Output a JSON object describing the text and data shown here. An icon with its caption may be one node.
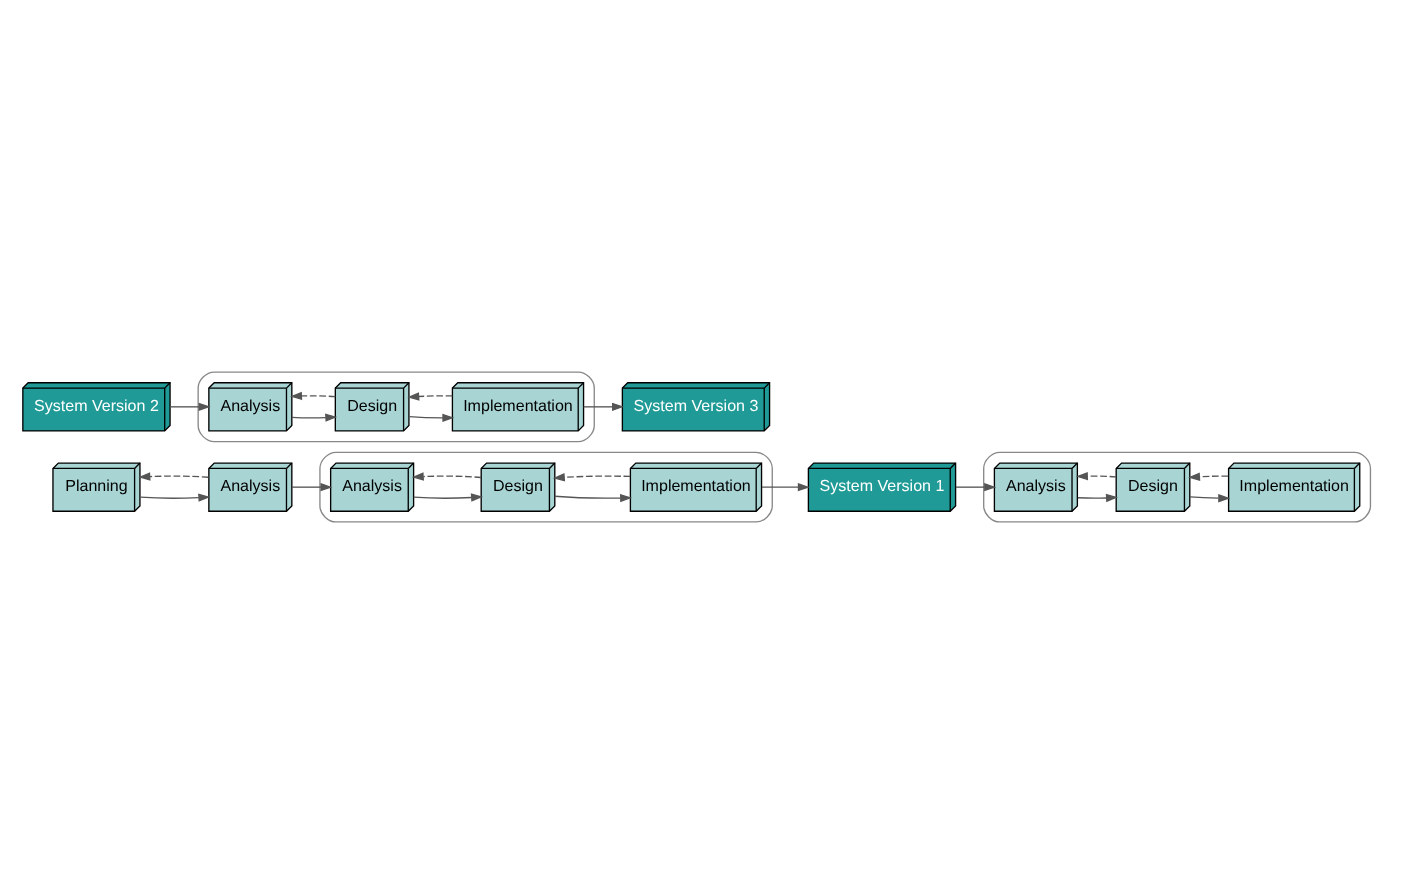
{
  "diagram": {
    "nodes": [
      {
        "text": [
          "Planning"
        ]
      },
      {
        "text": [
          "Analysis"
        ]
      },
      {
        "text": [],
        "shape": "ellipse"
      },
      {
        "text": [
          "Analysis"
        ],
        "in": 2
      },
      {
        "text": [
          "Design"
        ],
        "in": 2
      },
      {
        "text": [
          "Implementation"
        ],
        "in": 2
      },
      {
        "text": [
          "System Version 1"
        ]
      },
      {
        "text": [],
        "shape": "ellipse"
      },
      {
        "text": [
          "Analysis"
        ],
        "in": 7
      },
      {
        "text": [
          "Design"
        ],
        "in": 7
      },
      {
        "text": [
          "Implementation"
        ],
        "in": 7
      },
      {
        "text": [
          "System Version 2"
        ]
      },
      {
        "text": [],
        "shape": "ellipse"
      },
      {
        "text": [
          "Analysis"
        ],
        "in": 12
      },
      {
        "text": [
          "Design"
        ],
        "in": 12
      },
      {
        "text": [
          "Implementation"
        ],
        "in": 12
      },
      {
        "text": [
          "System Version 3"
        ]
      }
    ],
    "edges": [
      {
        "from": 0,
        "to": 1,
        "arrow": "to"
      },
      {
        "from": 1,
        "to": 0,
        "arrow": "to",
        "style": "dashed"
      },
      {
        "from": 1,
        "to": 3,
        "arrow": "to"
      },
      {
        "from": 3,
        "to": 4,
        "arrow": "to"
      },
      {
        "from": 4,
        "to": 3,
        "arrow": "to",
        "style": "dashed"
      },
      {
        "from": 4,
        "to": 5,
        "arrow": "to"
      },
      {
        "from": 5,
        "to": 4,
        "arrow": "to",
        "style": "dashed"
      },
      {
        "from": 5,
        "to": 6,
        "arrow": "to"
      },
      {
        "from": 6,
        "to": 8,
        "arrow": "to"
      },
      {
        "from": 8,
        "to": 9,
        "arrow": "to"
      },
      {
        "from": 9,
        "to": 8,
        "arrow": "to",
        "style": "dashed"
      },
      {
        "from": 9,
        "to": 10,
        "arrow": "to"
      },
      {
        "from": 10,
        "to": 9,
        "arrow": "to",
        "style": "dashed"
      },
      {
        "from": 11,
        "to": 13,
        "arrow": "to"
      },
      {
        "from": 13,
        "to": 14,
        "arrow": "to"
      },
      {
        "from": 14,
        "to": 13,
        "arrow": "to",
        "style": "dashed"
      },
      {
        "from": 14,
        "to": 15,
        "arrow": "to"
      },
      {
        "from": 15,
        "to": 14,
        "arrow": "to",
        "style": "dashed"
      },
      {
        "from": 15,
        "to": 16,
        "arrow": "to"
      }
    ]
  }
}
